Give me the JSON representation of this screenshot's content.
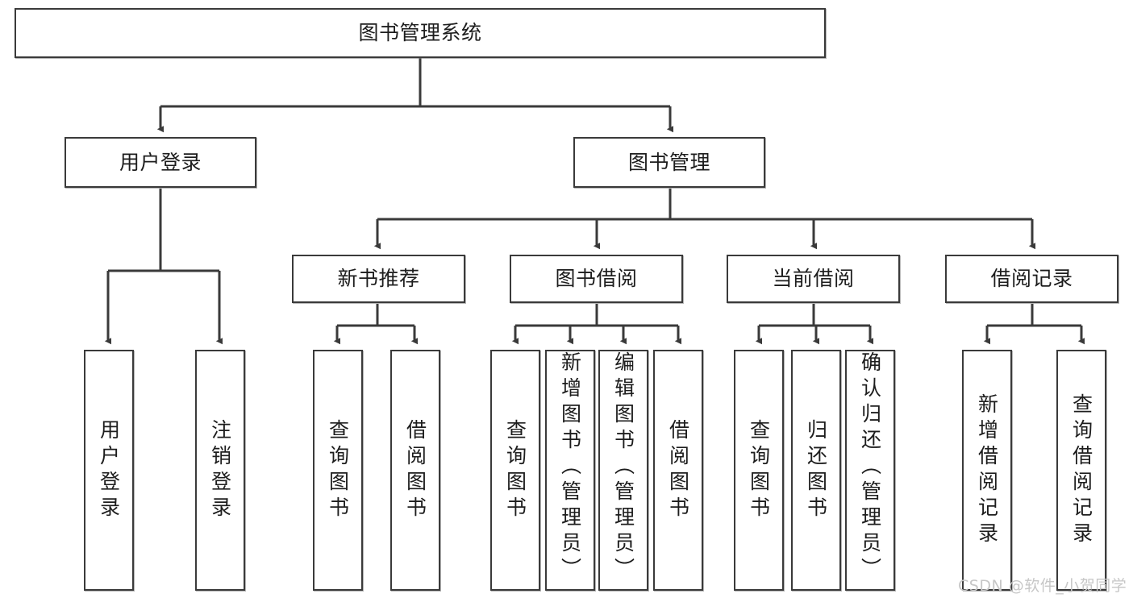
{
  "diagram": {
    "title": "图书管理系统",
    "watermark": "CSDN @软件_小贺同学",
    "colors": {
      "stroke": "#3a3a3a",
      "box_fill": "#ffffff",
      "text": "#1d1d1d",
      "watermark": "#c7c7c7",
      "background": "#ffffff"
    },
    "levels": {
      "root": "图书管理系统",
      "level2": [
        "用户登录",
        "图书管理"
      ],
      "level3": [
        "新书推荐",
        "图书借阅",
        "当前借阅",
        "借阅记录"
      ]
    },
    "nodes": {
      "root": {
        "label": "图书管理系统"
      },
      "user_login": {
        "label": "用户登录"
      },
      "book_manage": {
        "label": "图书管理"
      },
      "new_book_rec": {
        "label": "新书推荐"
      },
      "book_borrow": {
        "label": "图书借阅"
      },
      "current_borrow": {
        "label": "当前借阅"
      },
      "borrow_record": {
        "label": "借阅记录"
      },
      "leaf_user_login": {
        "label": "用户登录"
      },
      "leaf_user_logout": {
        "label": "注销登录"
      },
      "leaf_query_book_1": {
        "label": "查询图书"
      },
      "leaf_borrow_book_1": {
        "label": "借阅图书"
      },
      "leaf_query_book_2": {
        "label": "查询图书"
      },
      "leaf_add_book_admin": {
        "label": "新增图书（管理员）"
      },
      "leaf_edit_book_admin": {
        "label": "编辑图书（管理员）"
      },
      "leaf_borrow_book_2": {
        "label": "借阅图书"
      },
      "leaf_query_book_3": {
        "label": "查询图书"
      },
      "leaf_return_book": {
        "label": "归还图书"
      },
      "leaf_confirm_return_admin": {
        "label": "确认归还（管理员）"
      },
      "leaf_add_borrow_record": {
        "label": "新增借阅记录"
      },
      "leaf_query_borrow_record": {
        "label": "查询借阅记录"
      }
    }
  },
  "chart_data": {
    "type": "tree",
    "title": "图书管理系统",
    "tree": {
      "name": "图书管理系统",
      "children": [
        {
          "name": "用户登录",
          "children": [
            {
              "name": "用户登录"
            },
            {
              "name": "注销登录"
            }
          ]
        },
        {
          "name": "图书管理",
          "children": [
            {
              "name": "新书推荐",
              "children": [
                {
                  "name": "查询图书"
                },
                {
                  "name": "借阅图书"
                }
              ]
            },
            {
              "name": "图书借阅",
              "children": [
                {
                  "name": "查询图书"
                },
                {
                  "name": "新增图书（管理员）"
                },
                {
                  "name": "编辑图书（管理员）"
                },
                {
                  "name": "借阅图书"
                }
              ]
            },
            {
              "name": "当前借阅",
              "children": [
                {
                  "name": "查询图书"
                },
                {
                  "name": "归还图书"
                },
                {
                  "name": "确认归还（管理员）"
                }
              ]
            },
            {
              "name": "借阅记录",
              "children": [
                {
                  "name": "新增借阅记录"
                },
                {
                  "name": "查询借阅记录"
                }
              ]
            }
          ]
        }
      ]
    }
  }
}
